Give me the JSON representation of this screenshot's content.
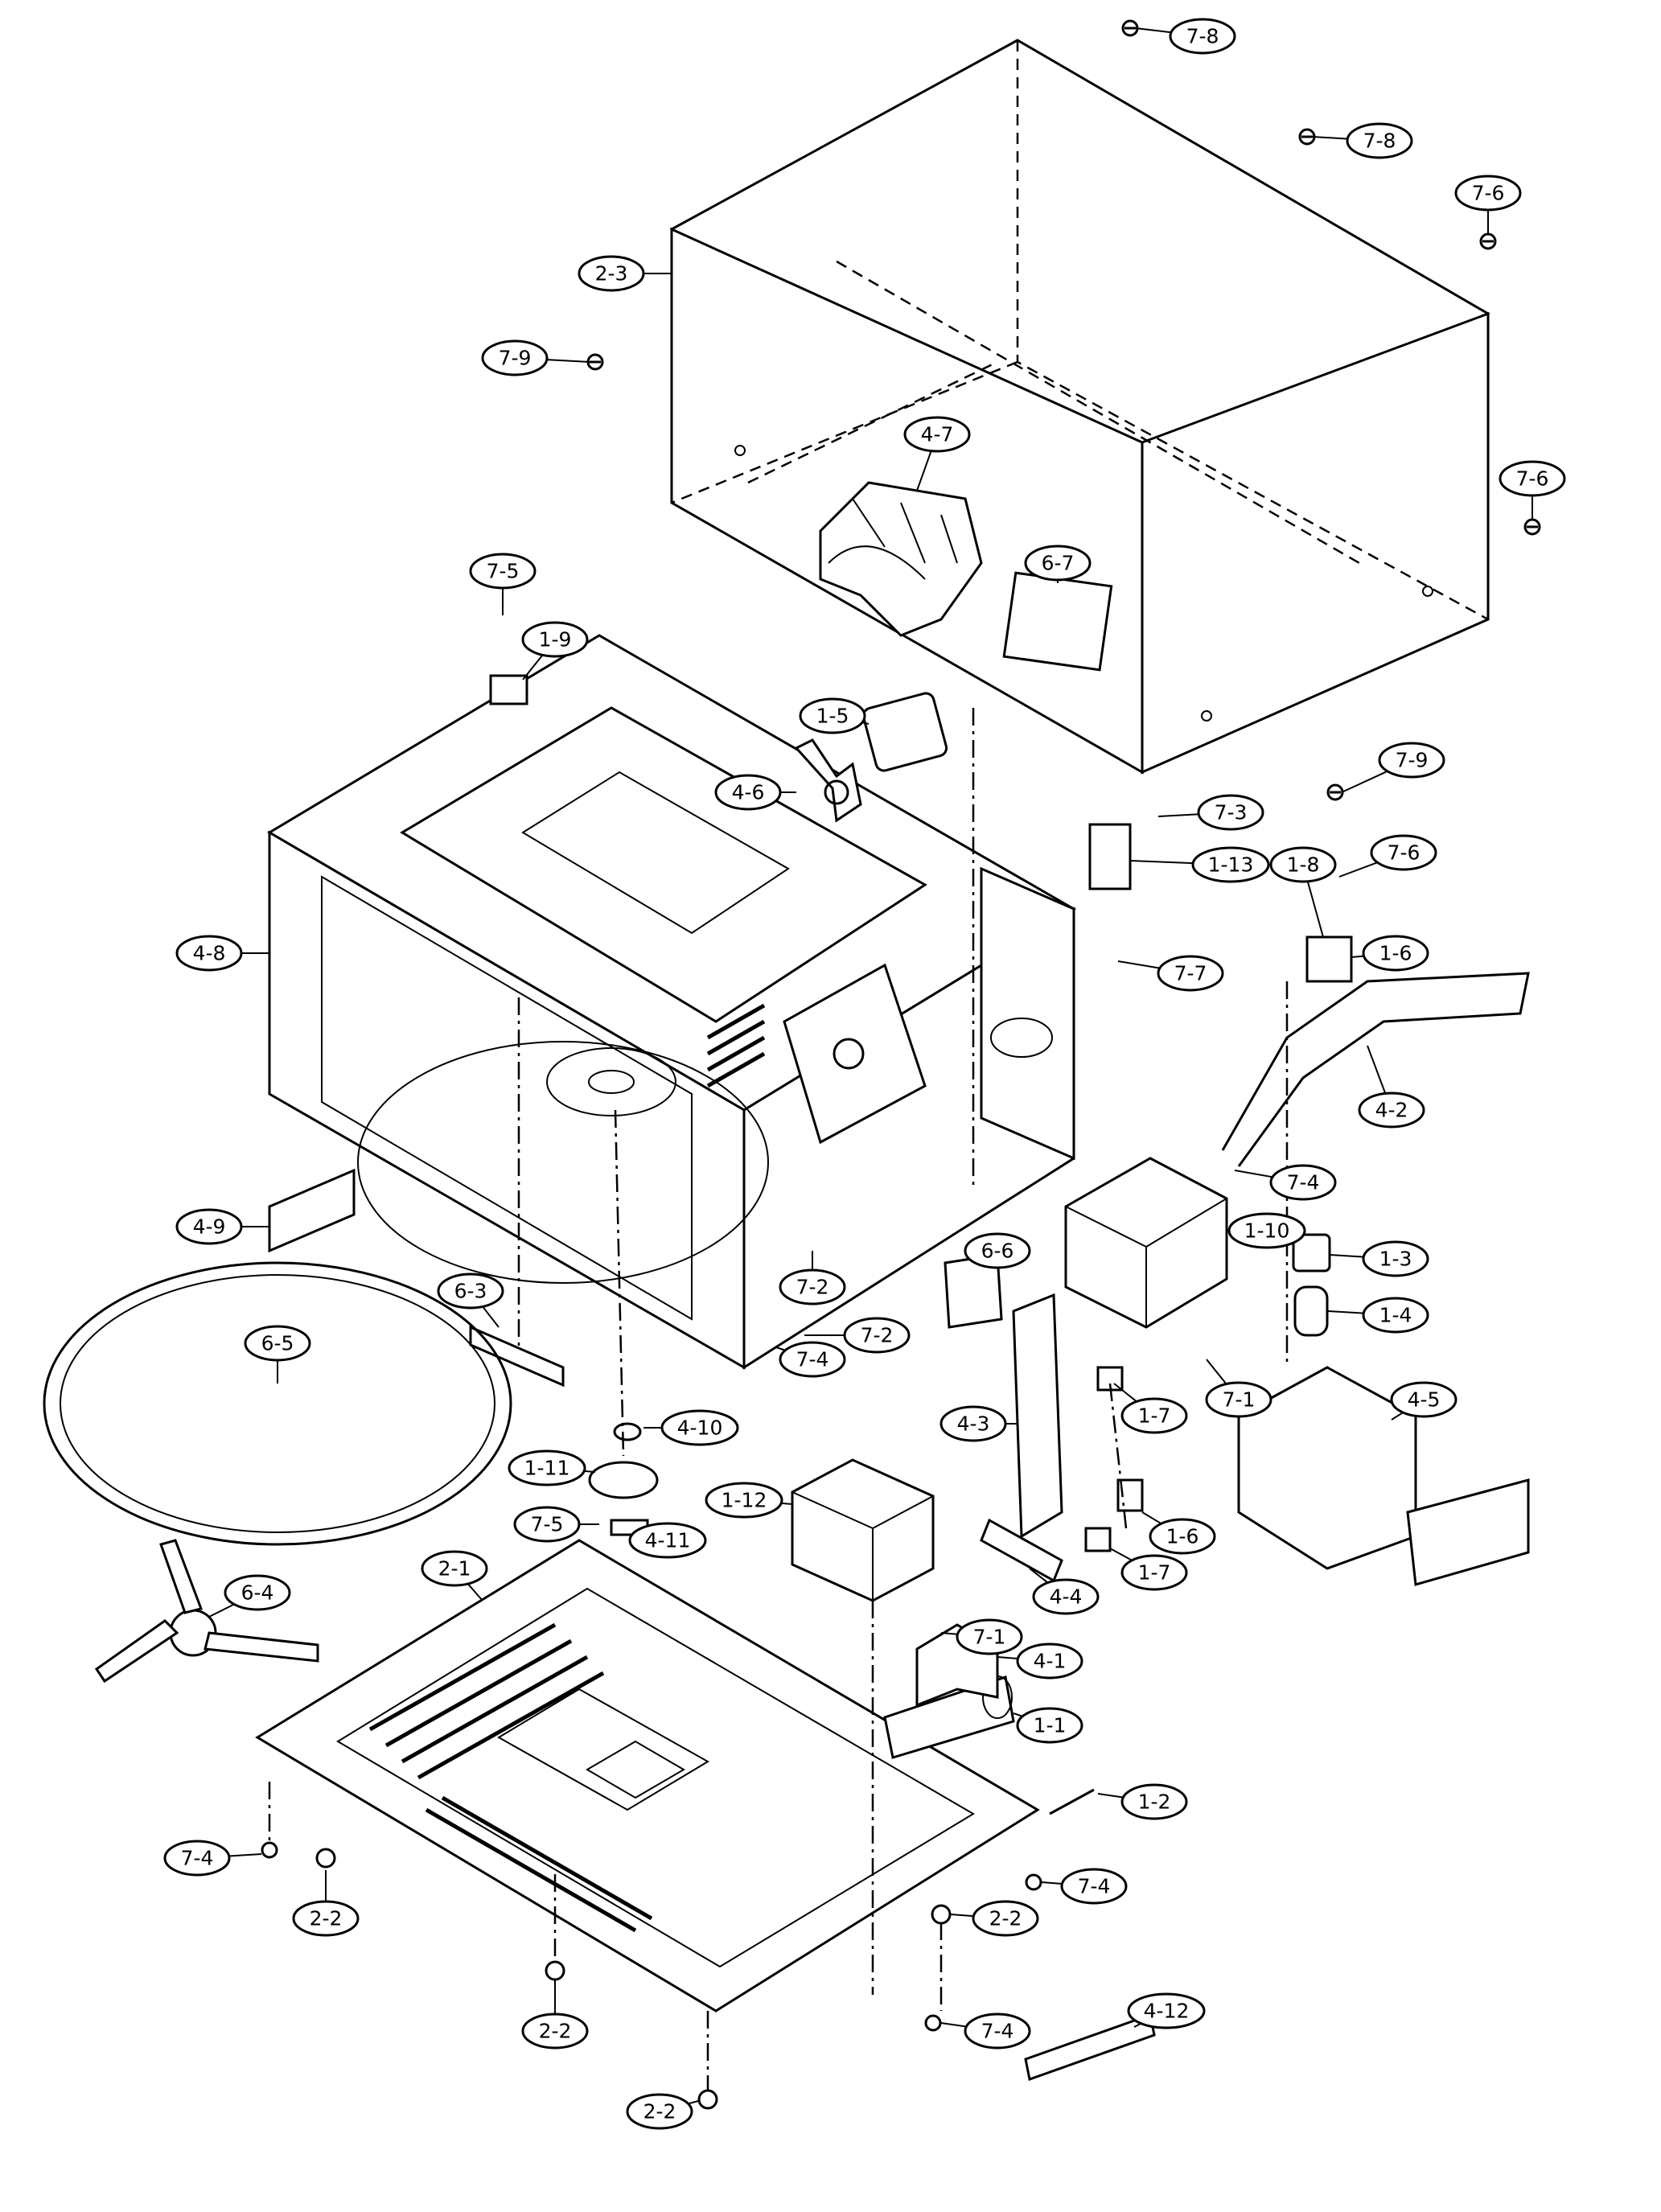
{
  "callouts": [
    {
      "id": "c-7-8a",
      "label": "7-8"
    },
    {
      "id": "c-7-8b",
      "label": "7-8"
    },
    {
      "id": "c-7-6a",
      "label": "7-6"
    },
    {
      "id": "c-2-3",
      "label": "2-3"
    },
    {
      "id": "c-7-9a",
      "label": "7-9"
    },
    {
      "id": "c-4-7",
      "label": "4-7"
    },
    {
      "id": "c-7-6b",
      "label": "7-6"
    },
    {
      "id": "c-6-7",
      "label": "6-7"
    },
    {
      "id": "c-7-5a",
      "label": "7-5"
    },
    {
      "id": "c-1-9",
      "label": "1-9"
    },
    {
      "id": "c-1-5",
      "label": "1-5"
    },
    {
      "id": "c-7-9b",
      "label": "7-9"
    },
    {
      "id": "c-4-6",
      "label": "4-6"
    },
    {
      "id": "c-7-3",
      "label": "7-3"
    },
    {
      "id": "c-1-13",
      "label": "1-13"
    },
    {
      "id": "c-1-8",
      "label": "1-8"
    },
    {
      "id": "c-7-6c",
      "label": "7-6"
    },
    {
      "id": "c-4-8",
      "label": "4-8"
    },
    {
      "id": "c-1-6a",
      "label": "1-6"
    },
    {
      "id": "c-7-7",
      "label": "7-7"
    },
    {
      "id": "c-4-2",
      "label": "4-2"
    },
    {
      "id": "c-7-4a",
      "label": "7-4"
    },
    {
      "id": "c-1-10",
      "label": "1-10"
    },
    {
      "id": "c-4-9",
      "label": "4-9"
    },
    {
      "id": "c-1-3",
      "label": "1-3"
    },
    {
      "id": "c-6-6",
      "label": "6-6"
    },
    {
      "id": "c-7-2a",
      "label": "7-2"
    },
    {
      "id": "c-1-4",
      "label": "1-4"
    },
    {
      "id": "c-6-3",
      "label": "6-3"
    },
    {
      "id": "c-7-2b",
      "label": "7-2"
    },
    {
      "id": "c-6-5",
      "label": "6-5"
    },
    {
      "id": "c-7-4b",
      "label": "7-4"
    },
    {
      "id": "c-4-5",
      "label": "4-5"
    },
    {
      "id": "c-7-1a",
      "label": "7-1"
    },
    {
      "id": "c-1-7a",
      "label": "1-7"
    },
    {
      "id": "c-4-10",
      "label": "4-10"
    },
    {
      "id": "c-4-3",
      "label": "4-3"
    },
    {
      "id": "c-1-11",
      "label": "1-11"
    },
    {
      "id": "c-1-12",
      "label": "1-12"
    },
    {
      "id": "c-7-5b",
      "label": "7-5"
    },
    {
      "id": "c-4-11",
      "label": "4-11"
    },
    {
      "id": "c-1-6b",
      "label": "1-6"
    },
    {
      "id": "c-1-7b",
      "label": "1-7"
    },
    {
      "id": "c-4-4",
      "label": "4-4"
    },
    {
      "id": "c-2-1",
      "label": "2-1"
    },
    {
      "id": "c-6-4",
      "label": "6-4"
    },
    {
      "id": "c-7-1b",
      "label": "7-1"
    },
    {
      "id": "c-4-1",
      "label": "4-1"
    },
    {
      "id": "c-1-1",
      "label": "1-1"
    },
    {
      "id": "c-1-2",
      "label": "1-2"
    },
    {
      "id": "c-7-4c",
      "label": "7-4"
    },
    {
      "id": "c-2-2a",
      "label": "2-2"
    },
    {
      "id": "c-7-4d",
      "label": "7-4"
    },
    {
      "id": "c-2-2b",
      "label": "2-2"
    },
    {
      "id": "c-2-2c",
      "label": "2-2"
    },
    {
      "id": "c-7-4e",
      "label": "7-4"
    },
    {
      "id": "c-4-12",
      "label": "4-12"
    },
    {
      "id": "c-2-2d",
      "label": "2-2"
    }
  ]
}
